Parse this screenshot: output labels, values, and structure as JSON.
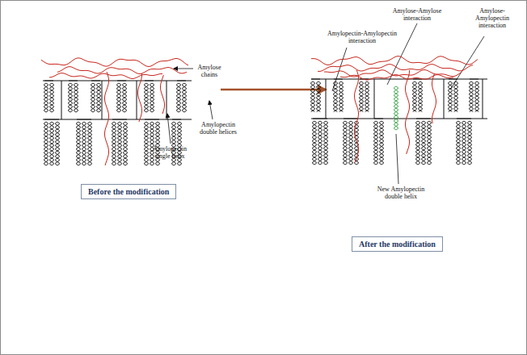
{
  "diagram": {
    "nodes": [
      {
        "text": [
          "Before the modification"
        ]
      },
      {
        "text": [
          "After the modification"
        ]
      }
    ],
    "labels": [
      "Amylose chains",
      "Amylopectin double helices",
      "Amylopectin single helix",
      "Amylose-Amylose interaction",
      "Amylopectin-Amylopectin interaction",
      "Amylose-Amylopectin interaction",
      "New Amylopectin double helix"
    ]
  }
}
